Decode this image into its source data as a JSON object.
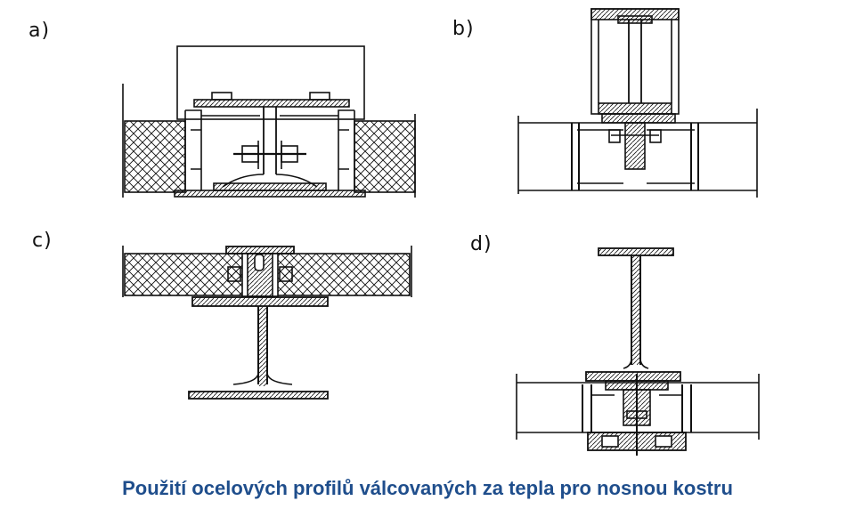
{
  "labels": {
    "a": "a)",
    "b": "b)",
    "c": "c)",
    "d": "d)"
  },
  "caption": "Použití ocelových profilů válcovaných za tepla pro nosnou kostru",
  "colors": {
    "ink": "#111111",
    "caption": "#1f4e8c",
    "background": "#ffffff"
  }
}
